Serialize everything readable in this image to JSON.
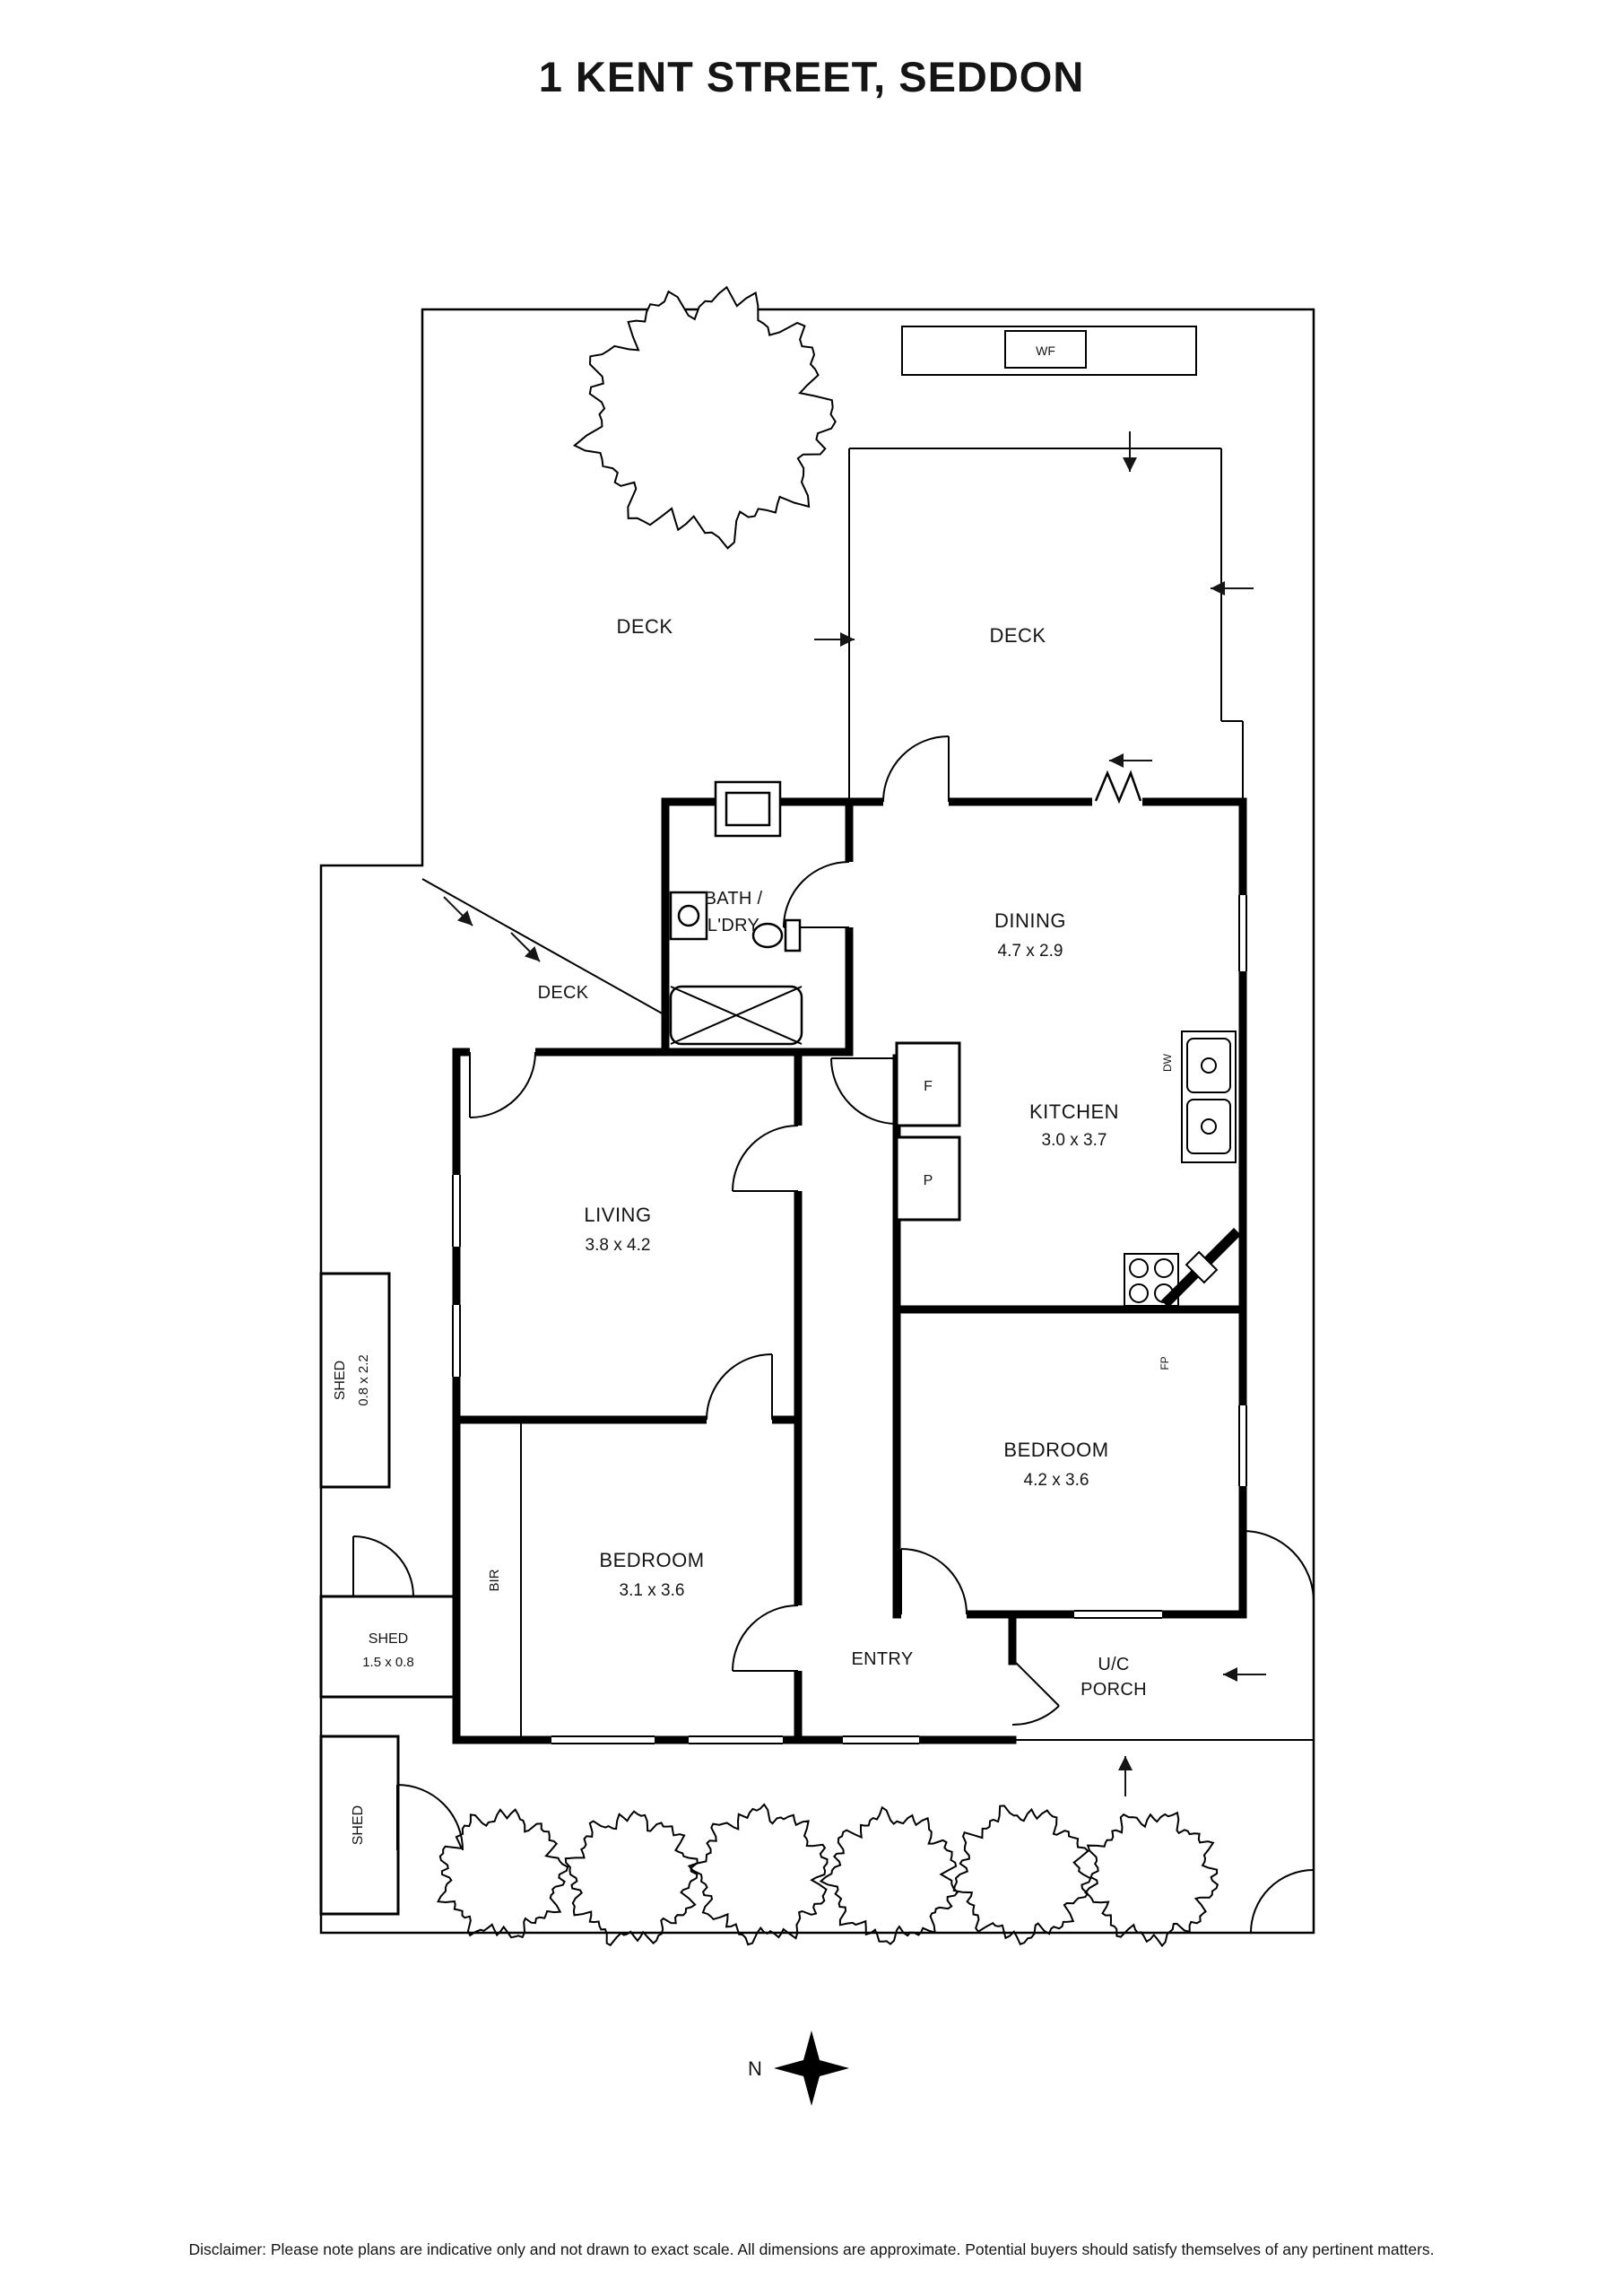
{
  "title": "1 KENT STREET, SEDDON",
  "plan": {
    "decks": {
      "left": "DECK",
      "right": "DECK",
      "small": "DECK"
    },
    "rooms": {
      "bath": {
        "line1": "BATH /",
        "line2": "L'DRY"
      },
      "dining": {
        "name": "DINING",
        "dims": "4.7 x 2.9"
      },
      "kitchen": {
        "name": "KITCHEN",
        "dims": "3.0 x 3.7"
      },
      "living": {
        "name": "LIVING",
        "dims": "3.8 x 4.2"
      },
      "bedroom_main": {
        "name": "BEDROOM",
        "dims": "4.2 x 3.6"
      },
      "bedroom_second": {
        "name": "BEDROOM",
        "dims": "3.1 x 3.6"
      },
      "entry": {
        "name": "ENTRY"
      },
      "porch": {
        "line1": "U/C",
        "line2": "PORCH"
      }
    },
    "sheds": {
      "tall": {
        "name": "SHED",
        "dims": "0.8 x 2.2"
      },
      "wide": {
        "name": "SHED",
        "dims": "1.5 x 0.8"
      },
      "rear": {
        "name": "SHED"
      }
    },
    "fixtures": {
      "wf": "WF",
      "dw": "DW",
      "fridge": "F",
      "pantry": "P",
      "fireplace": "FP",
      "bir": "BIR"
    },
    "compass": {
      "north": "N"
    },
    "colors": {
      "wall": "#000000",
      "background": "#ffffff"
    }
  },
  "footer": {
    "disclaimer": "Disclaimer: Please note plans are indicative only and not drawn to exact scale. All dimensions are approximate. Potential buyers should satisfy themselves of any pertinent matters."
  }
}
